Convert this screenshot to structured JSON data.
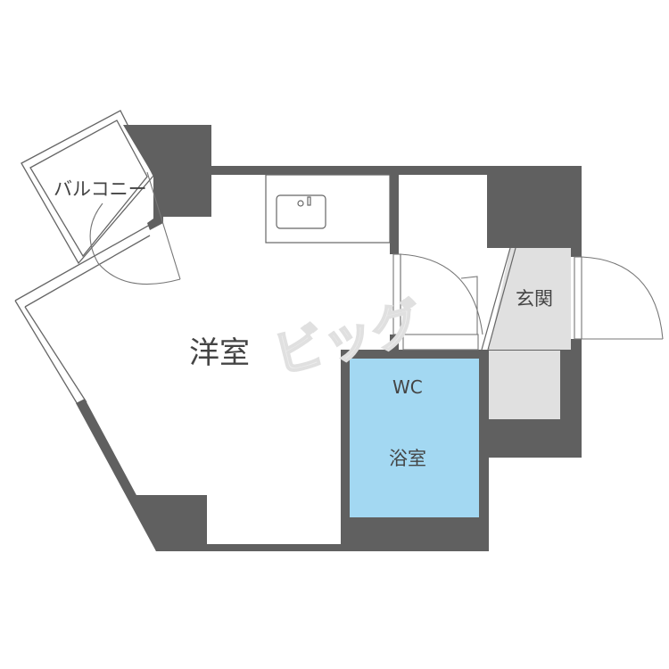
{
  "rooms": {
    "main": "洋室",
    "balcony": "バルコニー",
    "entrance": "玄関",
    "wc": "WC",
    "bath": "浴室"
  },
  "watermark": "ビッグ",
  "colors": {
    "wall": "#606060",
    "bath_fill": "#a3d8f2",
    "entrance_fill": "#e0e0e0",
    "line": "#666666"
  }
}
